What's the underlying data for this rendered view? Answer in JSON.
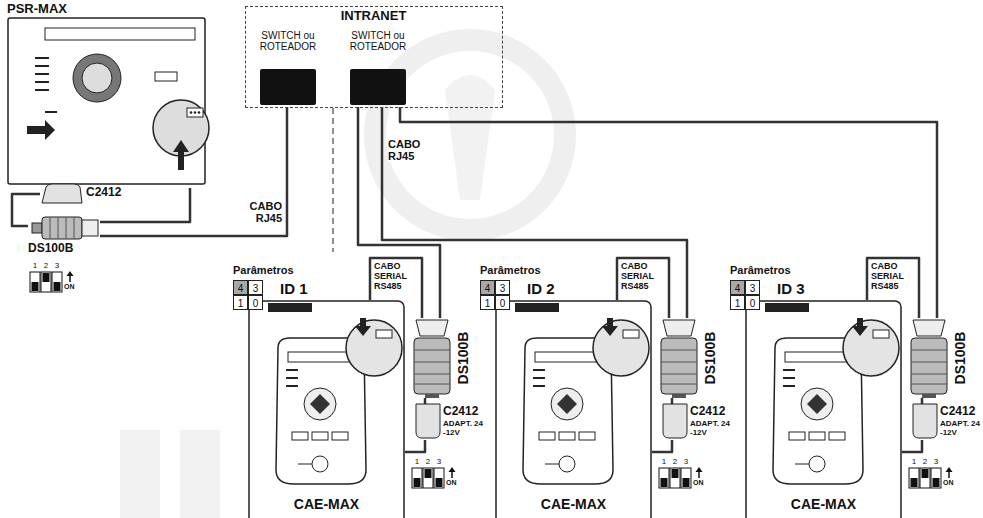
{
  "diagram": {
    "nodes": [
      {
        "text": [
          "INTRANET"
        ]
      },
      {
        "text": [
          "SWITCH ou ROTEADOR"
        ],
        "in": 0
      },
      {
        "text": [
          "SWITCH ou ROTEADOR"
        ],
        "in": 0
      },
      {
        "text": [
          "PSR-MAX"
        ]
      },
      {
        "text": [
          "C2412"
        ]
      },
      {
        "text": [
          "DS100B"
        ]
      },
      {
        "text": [
          "CAE-MAX"
        ]
      },
      {
        "text": [
          "DS100B"
        ]
      },
      {
        "text": [
          "C2412",
          "ADAPT. 24 -12V"
        ]
      },
      {
        "text": [
          "CAE-MAX"
        ]
      },
      {
        "text": [
          "DS100B"
        ]
      },
      {
        "text": [
          "C2412",
          "ADAPT. 24 -12V"
        ]
      },
      {
        "text": [
          "CAE-MAX"
        ]
      },
      {
        "text": [
          "DS100B"
        ]
      },
      {
        "text": [
          "C2412",
          "ADAPT. 24 -12V"
        ]
      }
    ],
    "edges": [
      {
        "from": 1,
        "to": 5,
        "arrow": "none",
        "label": "CABO RJ45"
      },
      {
        "from": 5,
        "to": 3,
        "arrow": "none"
      },
      {
        "from": 4,
        "to": 5,
        "arrow": "none"
      },
      {
        "from": 2,
        "to": 7,
        "arrow": "none"
      },
      {
        "from": 2,
        "to": 10,
        "arrow": "none",
        "label": "CABO RJ45"
      },
      {
        "from": 2,
        "to": 13,
        "arrow": "none"
      },
      {
        "from": 7,
        "to": 6,
        "arrow": "none",
        "label": "CABO SERIAL RS485"
      },
      {
        "from": 10,
        "to": 9,
        "arrow": "none",
        "label": "CABO SERIAL RS485"
      },
      {
        "from": 13,
        "to": 12,
        "arrow": "none",
        "label": "CABO SERIAL RS485"
      },
      {
        "from": 7,
        "to": 8,
        "arrow": "none"
      },
      {
        "from": 8,
        "to": 6,
        "arrow": "none"
      },
      {
        "from": 10,
        "to": 11,
        "arrow": "none"
      },
      {
        "from": 11,
        "to": 9,
        "arrow": "none"
      },
      {
        "from": 13,
        "to": 14,
        "arrow": "none"
      },
      {
        "from": 14,
        "to": 12,
        "arrow": "none"
      }
    ],
    "labels": [
      "1",
      "2",
      "3",
      "ON",
      "ID 1",
      "Parâmetros",
      "4",
      "3",
      "1",
      "0",
      "1",
      "2",
      "3",
      "ON",
      "ID 2",
      "Parâmetros",
      "4",
      "3",
      "1",
      "0",
      "1",
      "2",
      "3",
      "ON",
      "ID 3",
      "Parâmetros",
      "4",
      "3",
      "1",
      "0",
      "1",
      "2",
      "3",
      "ON"
    ]
  }
}
